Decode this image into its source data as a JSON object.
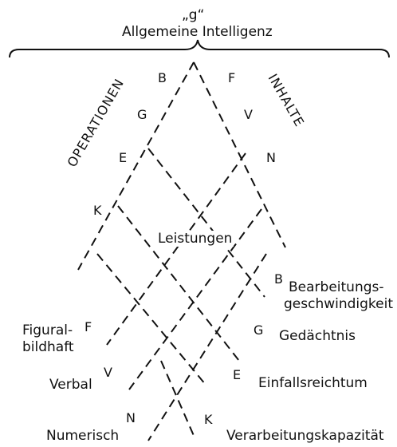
{
  "title": {
    "g": "„g“",
    "main": "Allgemeine Intelligenz"
  },
  "axes": {
    "operationen": "OPERATIONEN",
    "inhalte": "INHALTE"
  },
  "top_letters": {
    "operations": [
      "B",
      "G",
      "E",
      "K"
    ],
    "contents": [
      "F",
      "V",
      "N"
    ]
  },
  "center_label": "Leistungen",
  "bottom_left": [
    {
      "letter": "F",
      "label": [
        "Figural-",
        "bildhaft"
      ]
    },
    {
      "letter": "V",
      "label": [
        "Verbal"
      ]
    },
    {
      "letter": "N",
      "label": [
        "Numerisch"
      ]
    }
  ],
  "bottom_right": [
    {
      "letter": "B",
      "label": [
        "Bearbeitungs-",
        "geschwindigkeit"
      ]
    },
    {
      "letter": "G",
      "label": [
        "Gedächtnis"
      ]
    },
    {
      "letter": "E",
      "label": [
        "Einfallsreichtum"
      ]
    },
    {
      "letter": "K",
      "label": [
        "Verarbeitungskapazität"
      ]
    }
  ]
}
